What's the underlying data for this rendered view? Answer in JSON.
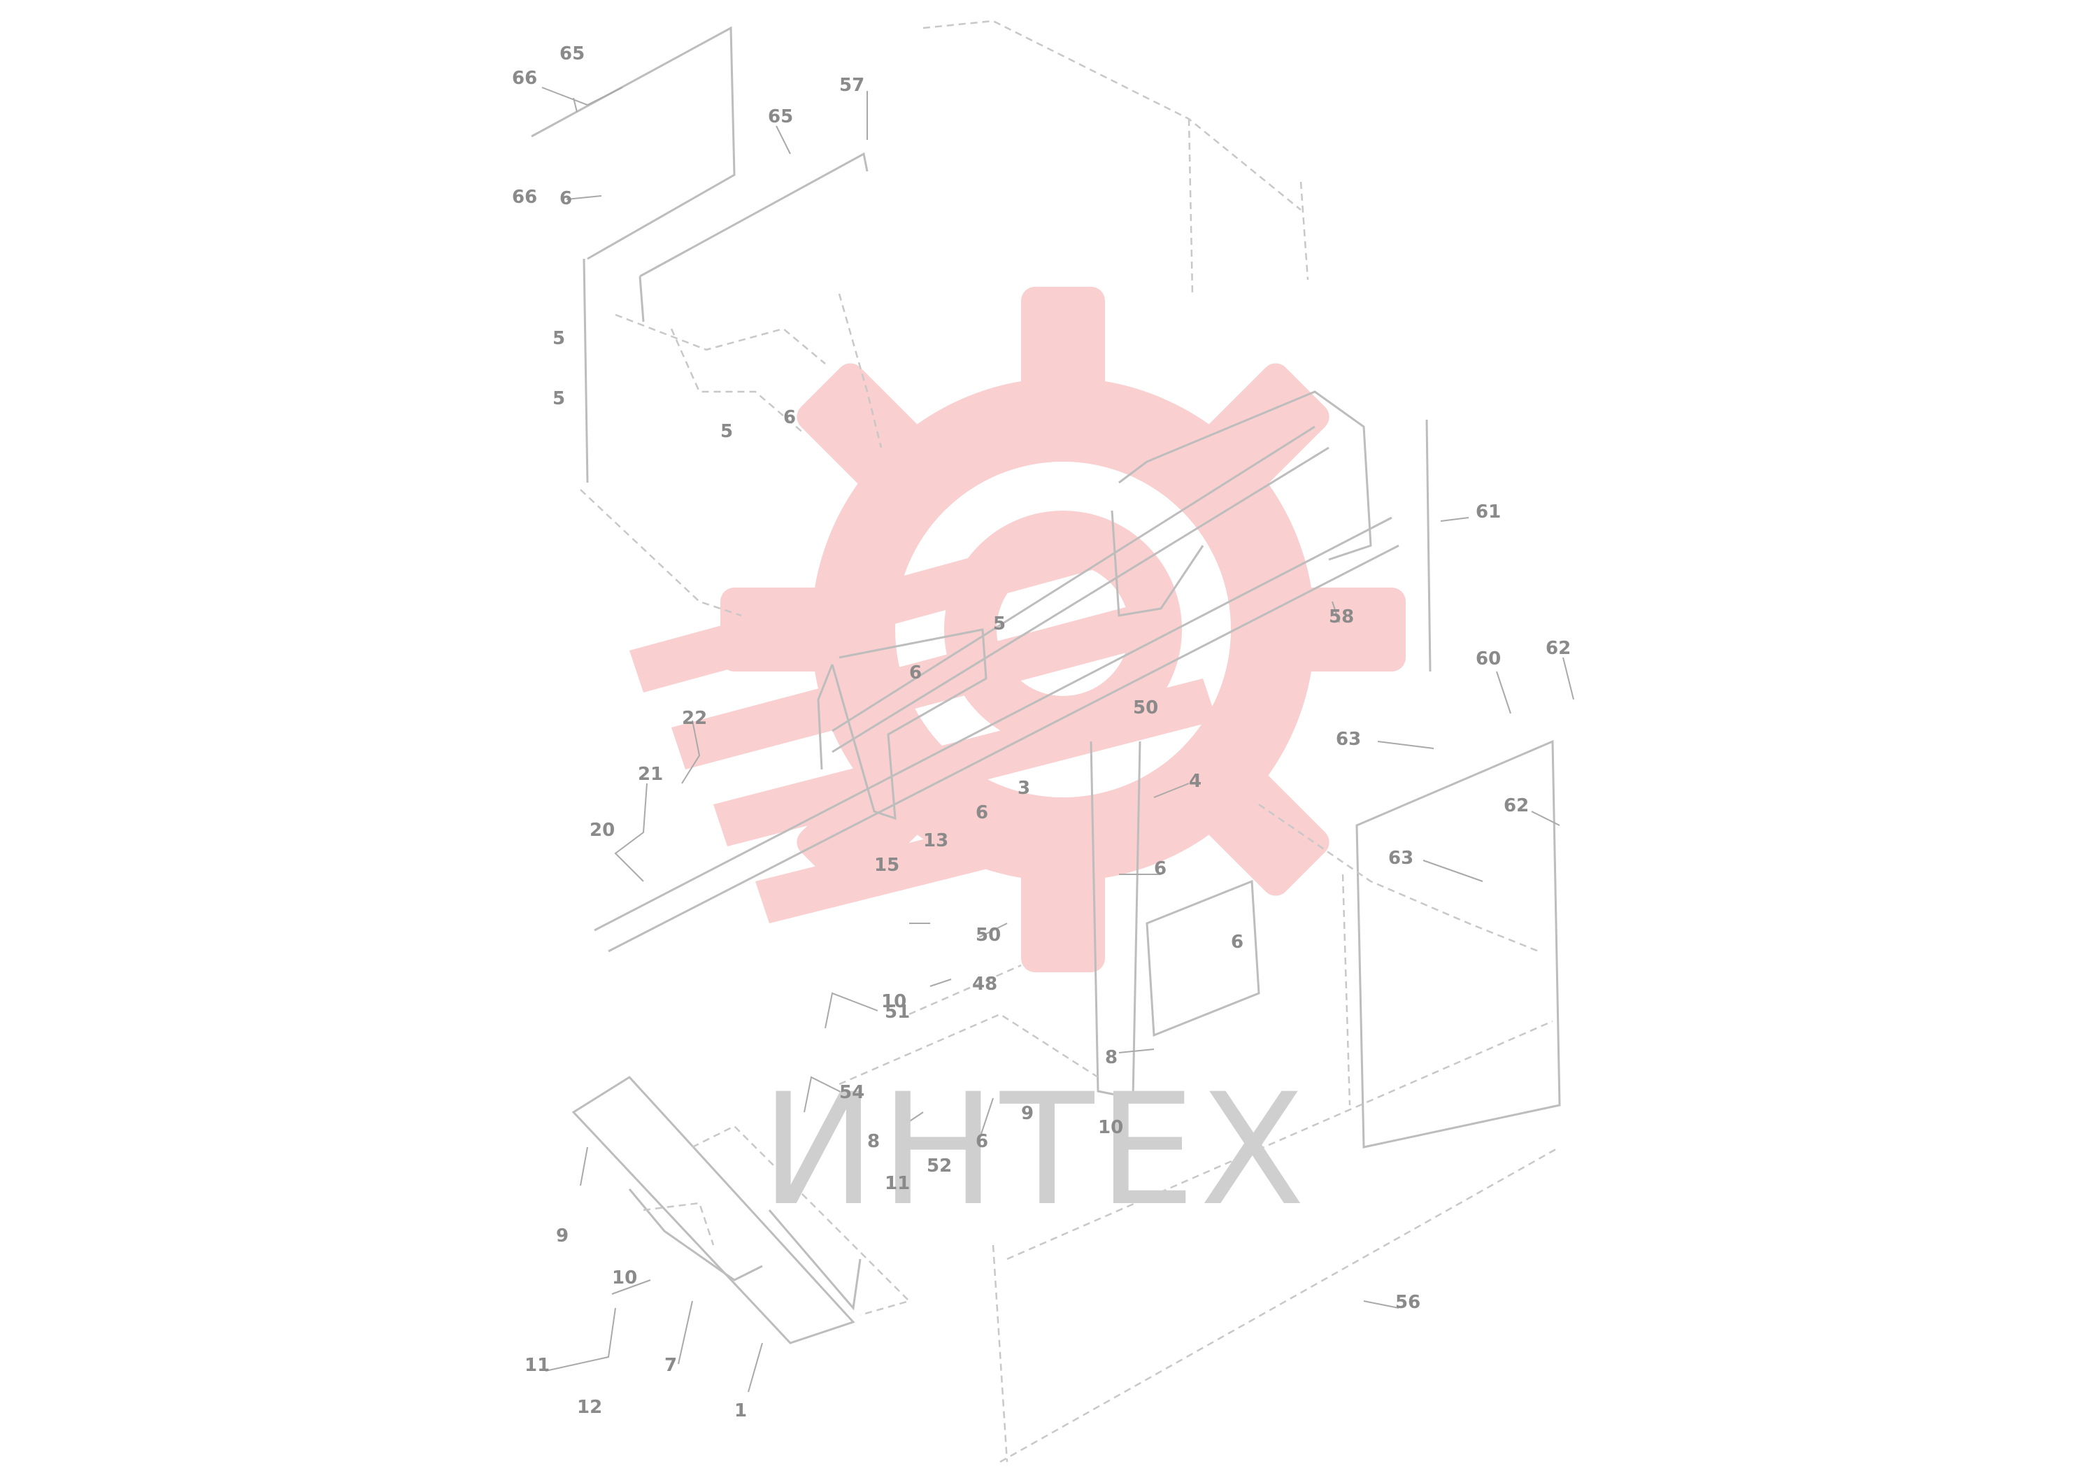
{
  "watermark": {
    "text": "ИНТЕХ",
    "logo": "gear-logo",
    "color": "#f6bcbc"
  },
  "callouts": [
    {
      "id": "c01",
      "text": "66"
    },
    {
      "id": "c02",
      "text": "65"
    },
    {
      "id": "c03",
      "text": "66"
    },
    {
      "id": "c04",
      "text": "6"
    },
    {
      "id": "c05",
      "text": "65"
    },
    {
      "id": "c06",
      "text": "57"
    },
    {
      "id": "c07",
      "text": "5"
    },
    {
      "id": "c08",
      "text": "5"
    },
    {
      "id": "c09",
      "text": "5"
    },
    {
      "id": "c10",
      "text": "6"
    },
    {
      "id": "c11",
      "text": "61"
    },
    {
      "id": "c12",
      "text": "58"
    },
    {
      "id": "c13",
      "text": "60"
    },
    {
      "id": "c14",
      "text": "62"
    },
    {
      "id": "c15",
      "text": "63"
    },
    {
      "id": "c16",
      "text": "62"
    },
    {
      "id": "c17",
      "text": "63"
    },
    {
      "id": "c18",
      "text": "22"
    },
    {
      "id": "c19",
      "text": "21"
    },
    {
      "id": "c20",
      "text": "20"
    },
    {
      "id": "c21",
      "text": "5"
    },
    {
      "id": "c22",
      "text": "6"
    },
    {
      "id": "c23",
      "text": "3"
    },
    {
      "id": "c24",
      "text": "6"
    },
    {
      "id": "c25",
      "text": "13"
    },
    {
      "id": "c26",
      "text": "15"
    },
    {
      "id": "c27",
      "text": "50"
    },
    {
      "id": "c28",
      "text": "4"
    },
    {
      "id": "c29",
      "text": "6"
    },
    {
      "id": "c30",
      "text": "6"
    },
    {
      "id": "c31",
      "text": "50"
    },
    {
      "id": "c32",
      "text": "48"
    },
    {
      "id": "c33",
      "text": "51"
    },
    {
      "id": "c34",
      "text": "54"
    },
    {
      "id": "c35",
      "text": "9"
    },
    {
      "id": "c36",
      "text": "6"
    },
    {
      "id": "c37",
      "text": "52"
    },
    {
      "id": "c38",
      "text": "11"
    },
    {
      "id": "c39",
      "text": "10"
    },
    {
      "id": "c40",
      "text": "8"
    },
    {
      "id": "c41",
      "text": "10"
    },
    {
      "id": "c42",
      "text": "9"
    },
    {
      "id": "c43",
      "text": "11"
    },
    {
      "id": "c44",
      "text": "12"
    },
    {
      "id": "c45",
      "text": "7"
    },
    {
      "id": "c46",
      "text": "1"
    },
    {
      "id": "c47",
      "text": "56"
    },
    {
      "id": "c48",
      "text": "8"
    },
    {
      "id": "c49",
      "text": "10"
    }
  ]
}
